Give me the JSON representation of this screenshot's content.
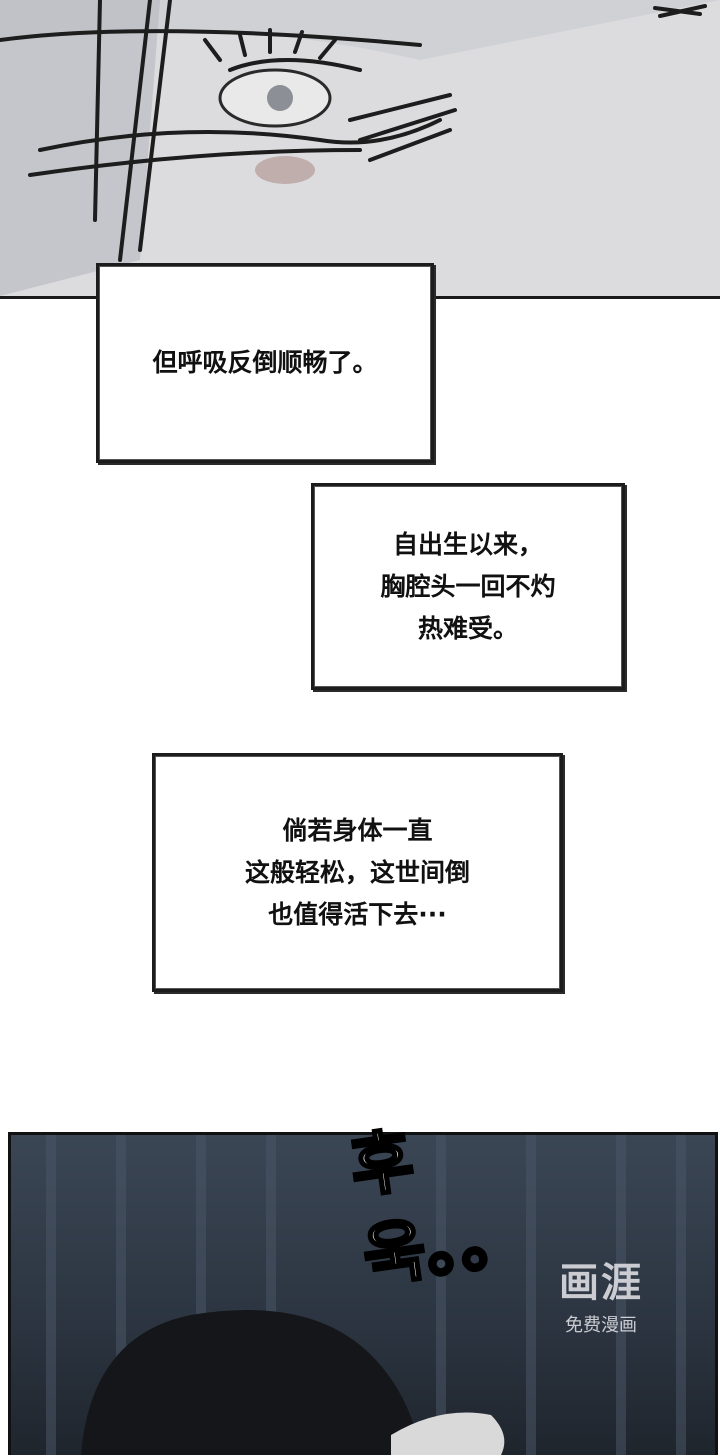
{
  "captions": {
    "box1": "但呼吸反倒顺畅了。",
    "box2": "自出生以来，\n胸腔头一回不灼\n热难受。",
    "box3": "倘若身体一直\n这般轻松，这世间倒\n也值得活下去···"
  },
  "sfx": "후욱。。",
  "watermark": {
    "logo": "画涯",
    "sub": "免费漫画"
  }
}
